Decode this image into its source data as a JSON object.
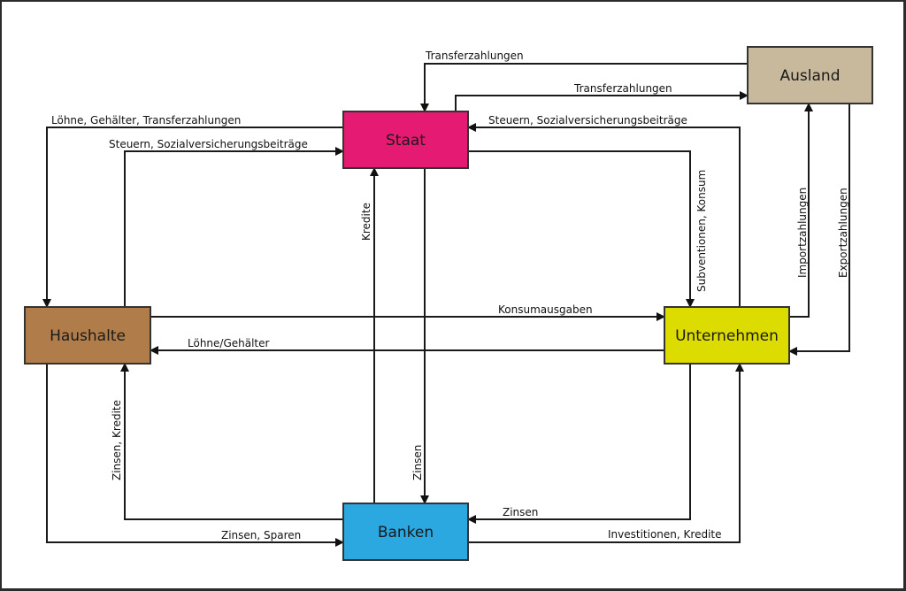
{
  "title": "Wirtschaftskreislauf",
  "nodes": {
    "staat": {
      "label": "Staat",
      "color": "#e51a73"
    },
    "ausland": {
      "label": "Ausland",
      "color": "#c8b89c"
    },
    "haushalte": {
      "label": "Haushalte",
      "color": "#b07d4a"
    },
    "unternehmen": {
      "label": "Unternehmen",
      "color": "#dcdc00"
    },
    "banken": {
      "label": "Banken",
      "color": "#2ca8e0"
    }
  },
  "flows": {
    "ausland_staat": {
      "from": "Ausland",
      "to": "Staat",
      "label": "Transferzahlungen"
    },
    "staat_ausland": {
      "from": "Staat",
      "to": "Ausland",
      "label": "Transferzahlungen"
    },
    "unternehmen_staat": {
      "from": "Unternehmen",
      "to": "Staat",
      "label": "Steuern, Sozialversicherungsbeiträge"
    },
    "staat_haushalte": {
      "from": "Staat",
      "to": "Haushalte",
      "label": "Löhne, Gehälter, Transferzahlungen"
    },
    "haushalte_staat": {
      "from": "Haushalte",
      "to": "Staat",
      "label": "Steuern, Sozialversicherungsbeiträge"
    },
    "staat_unternehmen": {
      "from": "Staat",
      "to": "Unternehmen",
      "label": "Subventionen, Konsum"
    },
    "unternehmen_ausland": {
      "from": "Unternehmen",
      "to": "Ausland",
      "label": "Importzahlungen"
    },
    "ausland_unternehmen": {
      "from": "Ausland",
      "to": "Unternehmen",
      "label": "Exportzahlungen"
    },
    "banken_staat": {
      "from": "Banken",
      "to": "Staat",
      "label": "Kredite"
    },
    "staat_banken": {
      "from": "Staat",
      "to": "Banken",
      "label": "Zinsen"
    },
    "haushalte_unternehmen": {
      "from": "Haushalte",
      "to": "Unternehmen",
      "label": "Konsumausgaben"
    },
    "unternehmen_haushalte": {
      "from": "Unternehmen",
      "to": "Haushalte",
      "label": "Löhne/Gehälter"
    },
    "banken_haushalte": {
      "from": "Banken",
      "to": "Haushalte",
      "label": "Zinsen, Kredite"
    },
    "haushalte_banken": {
      "from": "Haushalte",
      "to": "Banken",
      "label": "Zinsen, Sparen"
    },
    "unternehmen_banken": {
      "from": "Unternehmen",
      "to": "Banken",
      "label": "Zinsen"
    },
    "banken_unternehmen": {
      "from": "Banken",
      "to": "Unternehmen",
      "label": "Investitionen, Kredite"
    }
  }
}
